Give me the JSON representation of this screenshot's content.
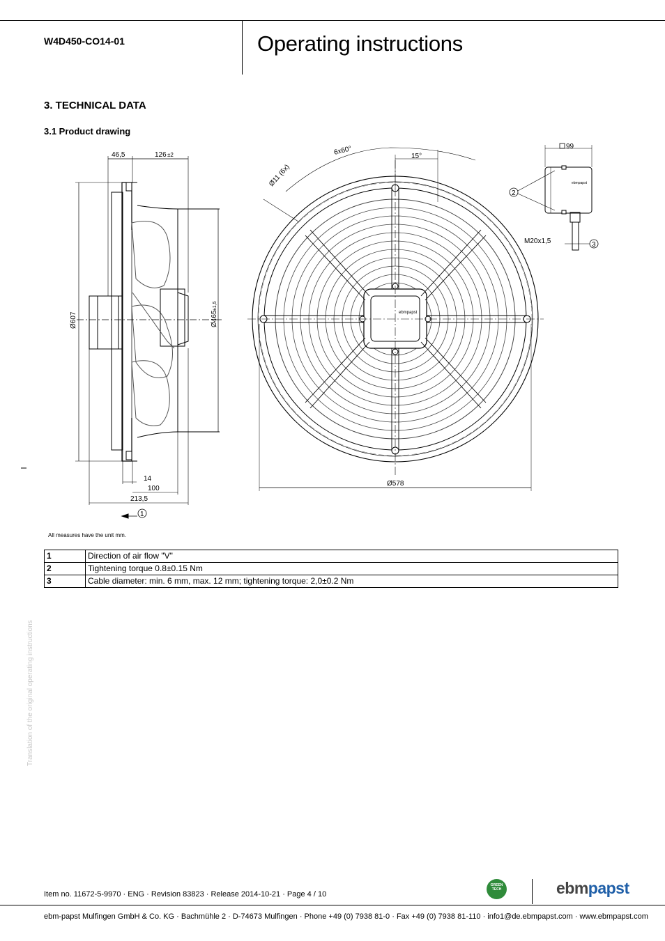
{
  "header": {
    "model": "W4D450-CO14-01",
    "title": "Operating instructions"
  },
  "section": {
    "title": "3. TECHNICAL DATA",
    "subtitle": "3.1 Product drawing"
  },
  "drawing": {
    "side_view": {
      "dim_top_left": "46,5",
      "dim_top_right": "126",
      "dim_top_right_tol": "±2",
      "dim_outer_diameter": "Ø607",
      "dim_inner_diameter": "Ø465",
      "dim_inner_tol": "±1,5",
      "dim_bottom_small": "14",
      "dim_bottom_mid": "100",
      "dim_bottom_total": "213,5",
      "callout_1": "1"
    },
    "front_view": {
      "hole_pattern": "6x60°",
      "hole_diameter": "Ø11 (6x)",
      "angle": "15°",
      "mount_diameter": "Ø578",
      "hub_logo": "ebmpapst"
    },
    "terminal_box": {
      "size": "99",
      "gland": "M20x1,5",
      "callout_2": "2",
      "callout_3": "3",
      "box_logo": "ebmpapst"
    }
  },
  "measure_note": "All measures have the unit mm.",
  "notes_table": [
    {
      "num": "1",
      "text": "Direction of air flow \"V\""
    },
    {
      "num": "2",
      "text": "Tightening torque 0.8±0.15 Nm"
    },
    {
      "num": "3",
      "text": "Cable diameter: min. 6 mm, max. 12 mm; tightening torque: 2,0±0.2 Nm"
    }
  ],
  "side_note": "Translation of the original operating instructions",
  "footer": {
    "item_info": "Item no. 11672-5-9970 · ENG · Revision 83823 · Release 2014-10-21 · Page 4 / 10",
    "company_info": "ebm-papst Mulfingen GmbH & Co. KG · Bachmühle 2 · D-74673 Mulfingen · Phone +49 (0) 7938 81-0 · Fax +49 (0) 7938 81-110 · info1@de.ebmpapst.com · www.ebmpapst.com",
    "brand_part1": "ebm",
    "brand_part2": "papst",
    "badge_line1": "GREEN",
    "badge_line2": "TECH",
    "accent_color": "#1f5fa8",
    "badge_color": "#2f8b3a"
  }
}
